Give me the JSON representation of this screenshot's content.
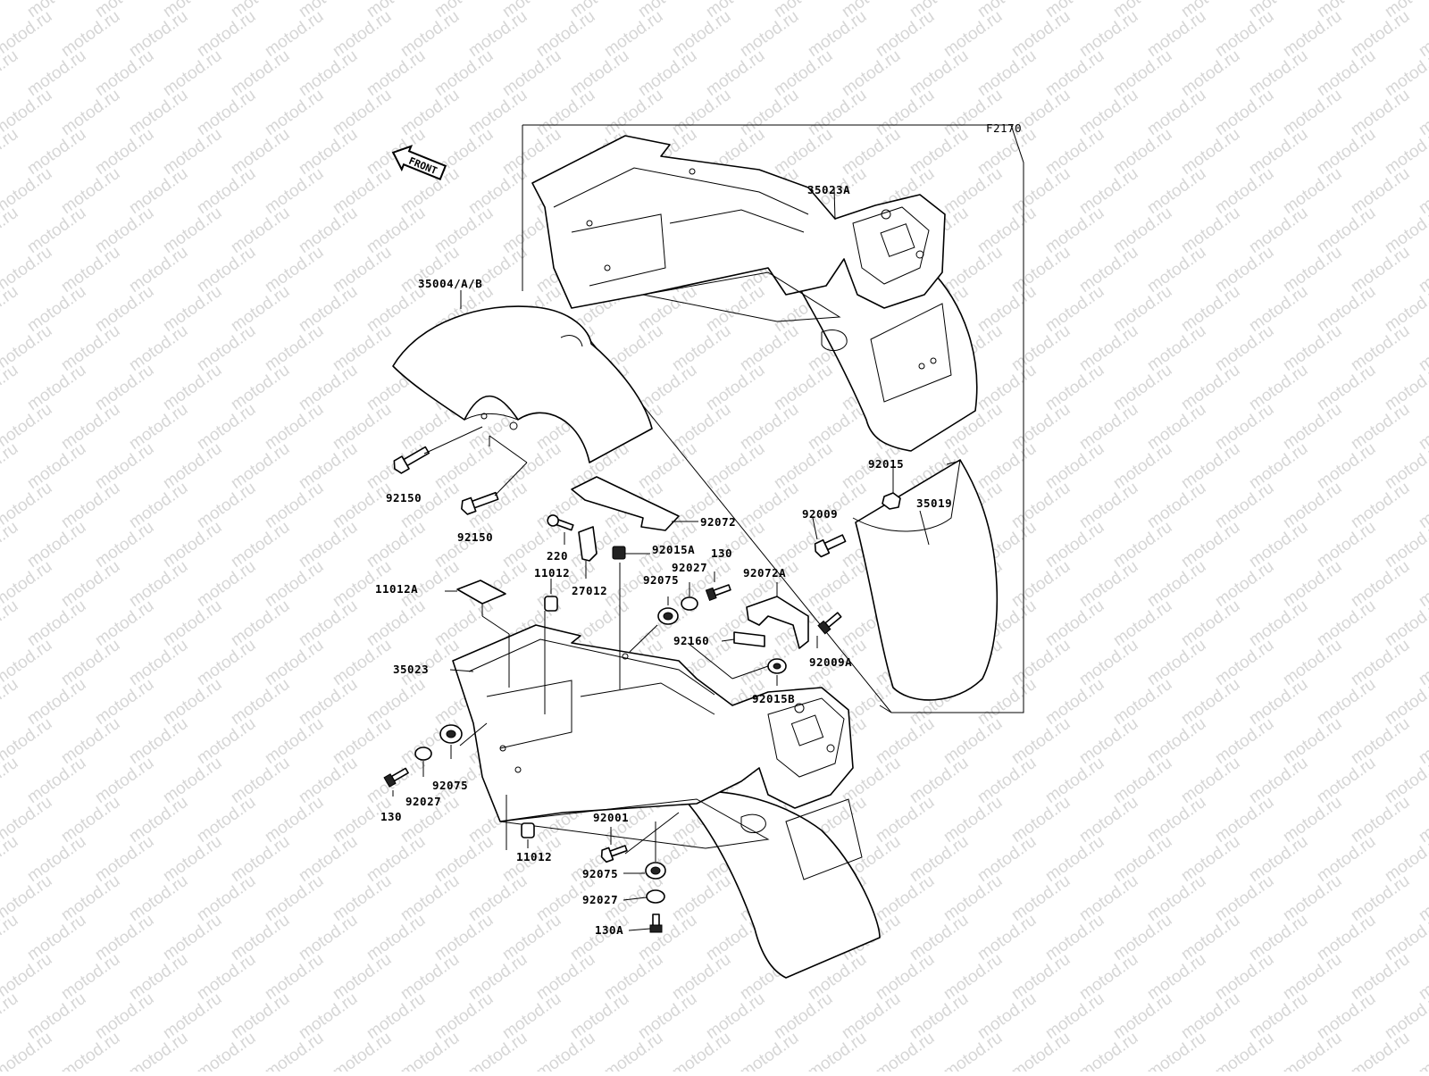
{
  "diagram": {
    "figure_code": "F2170",
    "front_label": "FRONT",
    "watermark": "motod.ru",
    "part_labels": {
      "p35023A": "35023A",
      "p35004": "35004/A/B",
      "p92015a": "92015",
      "p35019": "35019",
      "p92009": "92009",
      "p92150a": "92150",
      "p92150b": "92150",
      "p92072": "92072",
      "p220": "220",
      "p11012a": "11012",
      "p27012": "27012",
      "p92015A": "92015A",
      "p130a": "130",
      "p92027a": "92027",
      "p92075a": "92075",
      "p92072A": "92072A",
      "p11012A": "11012A",
      "p92160": "92160",
      "p92009A": "92009A",
      "p35023": "35023",
      "p92015B": "92015B",
      "p130b": "130",
      "p92027b": "92027",
      "p92075b": "92075",
      "p92001": "92001",
      "p11012b": "11012",
      "p92075c": "92075",
      "p92027c": "92027",
      "p130A": "130A"
    }
  }
}
